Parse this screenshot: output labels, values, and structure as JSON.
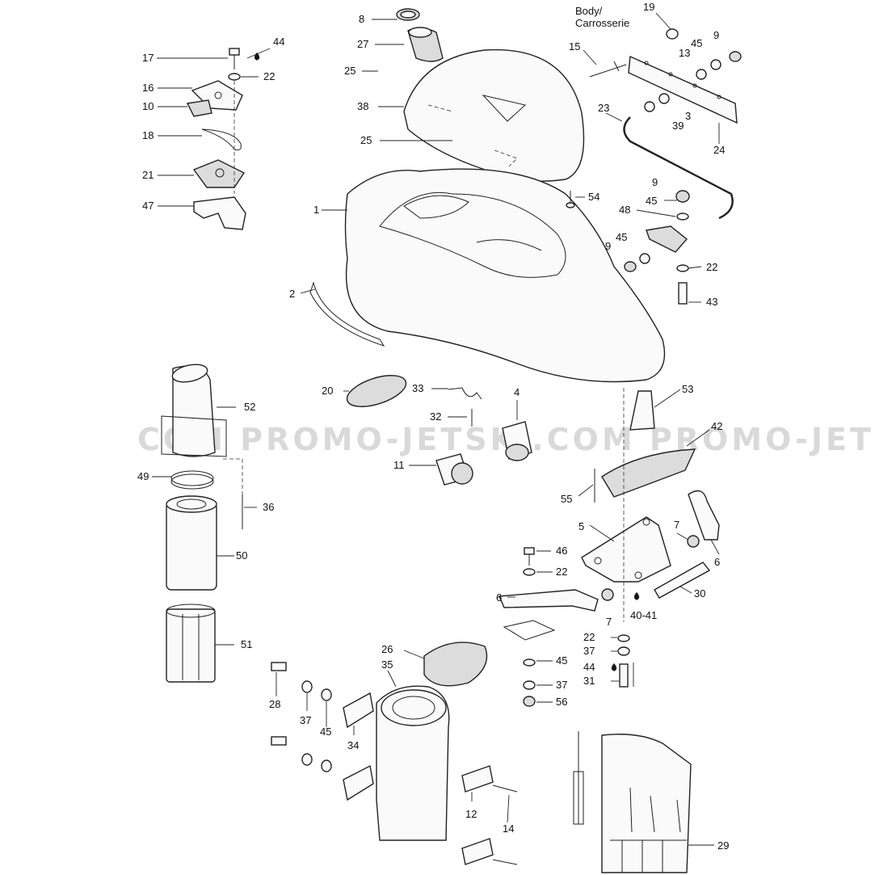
{
  "title_note": "Body/\nCarrosserie",
  "watermark": "COM PROMO-JETSKI.COM PROMO-JETSKI",
  "callouts": {
    "c1": "1",
    "c2": "2",
    "c3": "3",
    "c4": "4",
    "c5": "5",
    "c6a": "6",
    "c6b": "6",
    "c7a": "7",
    "c7b": "7",
    "c8": "8",
    "c9a": "9",
    "c9b": "9",
    "c9c": "9",
    "c10": "10",
    "c11": "11",
    "c12": "12",
    "c13": "13",
    "c14": "14",
    "c15": "15",
    "c16": "16",
    "c17": "17",
    "c18": "18",
    "c19": "19",
    "c20": "20",
    "c21": "21",
    "c22a": "22",
    "c22b": "22",
    "c22c": "22",
    "c22d": "22",
    "c23": "23",
    "c24": "24",
    "c25a": "25",
    "c25b": "25",
    "c26": "26",
    "c27": "27",
    "c28": "28",
    "c29": "29",
    "c30": "30",
    "c31": "31",
    "c32": "32",
    "c33": "33",
    "c34": "34",
    "c35": "35",
    "c36": "36",
    "c37a": "37",
    "c37b": "37",
    "c37c": "37",
    "c38": "38",
    "c39": "39",
    "c4041": "40-41",
    "c42": "42",
    "c43": "43",
    "c44a": "44",
    "c44b": "44",
    "c45a": "45",
    "c45b": "45",
    "c45c": "45",
    "c45d": "45",
    "c45e": "45",
    "c46": "46",
    "c47": "47",
    "c48": "48",
    "c49": "49",
    "c50": "50",
    "c51": "51",
    "c52": "52",
    "c53": "53",
    "c54": "54",
    "c55": "55",
    "c56": "56"
  },
  "colors": {
    "line": "#222222",
    "fill": "#fafafa",
    "shade": "#dcdcdc",
    "watermark": "#d9d9d9"
  }
}
